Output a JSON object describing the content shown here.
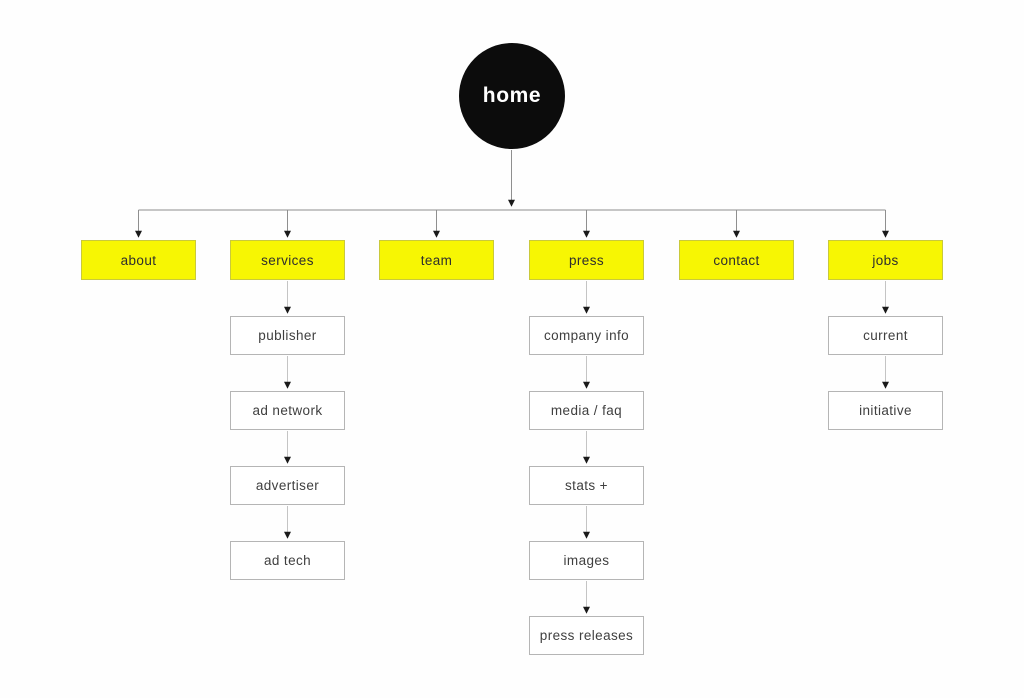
{
  "diagram": {
    "type": "sitemap-flowchart",
    "root": {
      "label": "home"
    },
    "sections": [
      {
        "label": "about",
        "children": []
      },
      {
        "label": "services",
        "children": [
          "publisher",
          "ad network",
          "advertiser",
          "ad tech"
        ]
      },
      {
        "label": "team",
        "children": []
      },
      {
        "label": "press",
        "children": [
          "company info",
          "media / faq",
          "stats +",
          "images",
          "press releases"
        ]
      },
      {
        "label": "contact",
        "children": []
      },
      {
        "label": "jobs",
        "children": [
          "current",
          "initiative"
        ]
      }
    ],
    "colors": {
      "background": "#fefefe",
      "root_fill": "#0c0c0c",
      "root_text": "#ffffff",
      "section_fill": "#f7f603",
      "section_border": "#c9c93c",
      "leaf_fill": "#ffffff",
      "leaf_border": "#b5b5b5",
      "tree_line": "#8f8f8f",
      "branch_line": "#c4c4c4",
      "arrowhead": "#1a1a1a",
      "label_text": "#3a3a3a"
    }
  }
}
